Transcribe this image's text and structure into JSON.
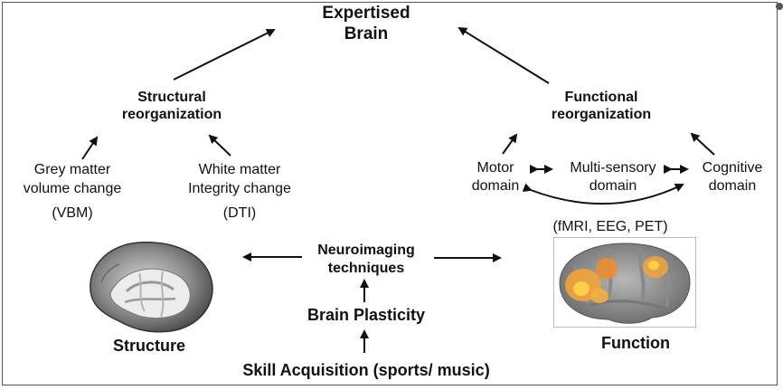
{
  "title_line1": "Expertised",
  "title_line2": "Brain",
  "structural": {
    "line1": "Structural",
    "line2": "reorganization"
  },
  "functional": {
    "line1": "Functional",
    "line2": "reorganization"
  },
  "grey_matter": {
    "line1": "Grey matter",
    "line2": "volume change",
    "method": "(VBM)"
  },
  "white_matter": {
    "line1": "White matter",
    "line2": "Integrity change",
    "method": "(DTI)"
  },
  "motor": {
    "line1": "Motor",
    "line2": "domain"
  },
  "multisensory": {
    "line1": "Multi-sensory",
    "line2": "domain"
  },
  "cognitive": {
    "line1": "Cognitive",
    "line2": "domain"
  },
  "functional_methods": "(fMRI, EEG, PET)",
  "neuroimaging": {
    "line1": "Neuroimaging",
    "line2": "techniques"
  },
  "brain_plasticity": "Brain Plasticity",
  "structure_label": "Structure",
  "function_label": "Function",
  "skill_acquisition": "Skill Acquisition (sports/ music)"
}
